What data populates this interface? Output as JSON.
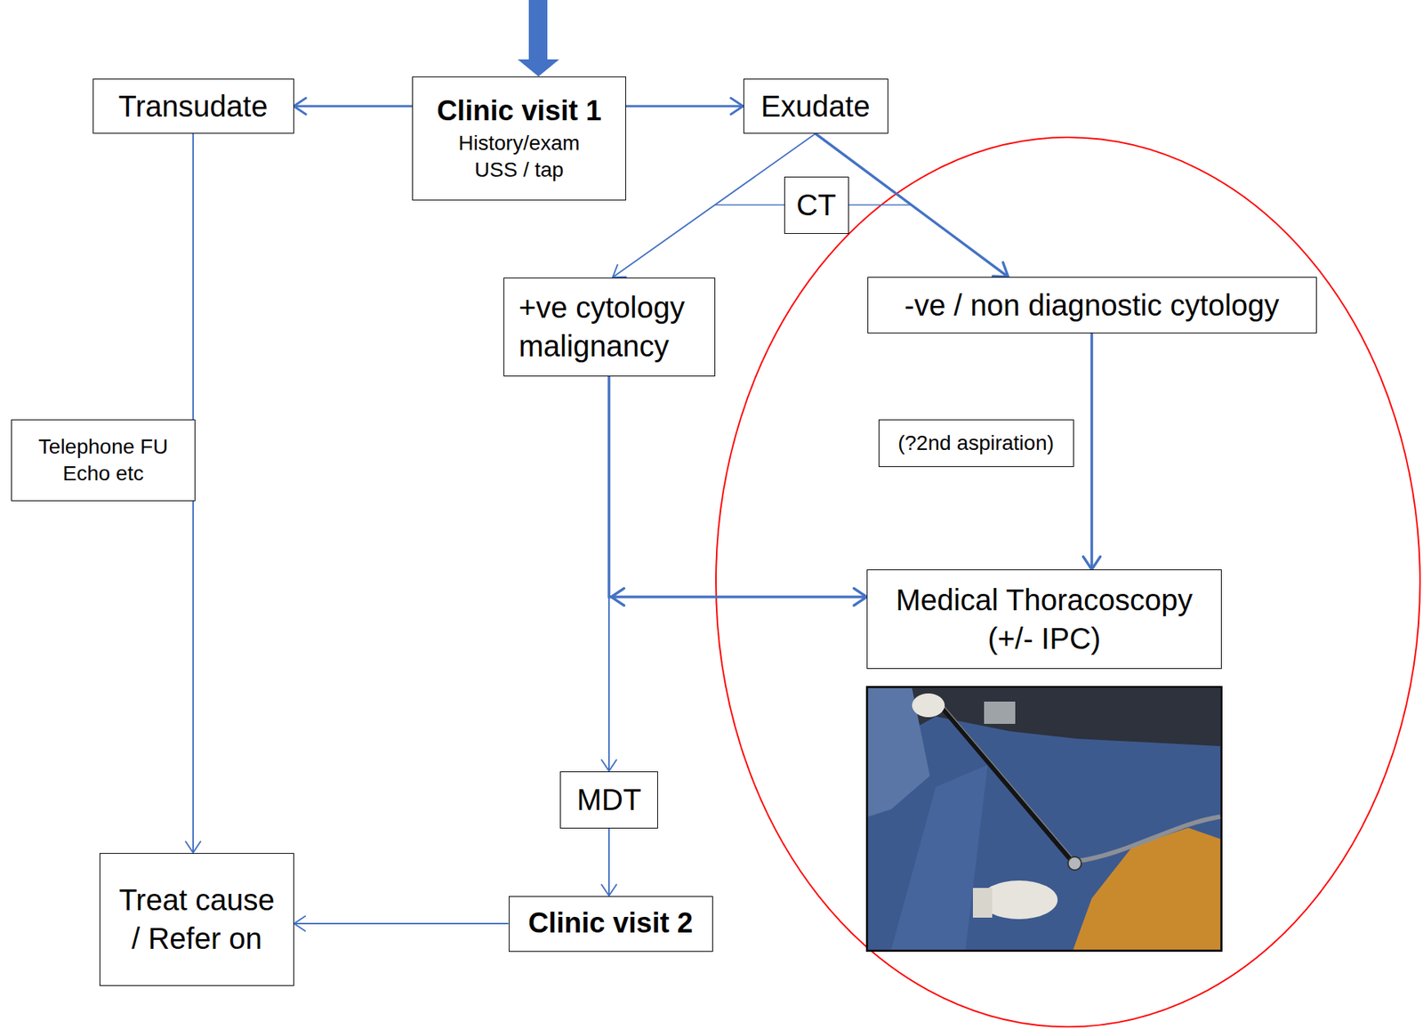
{
  "diagram": {
    "nodes": [
      {
        "text": [
          "Clinic visit 1",
          "History/exam USS / tap"
        ]
      },
      {
        "text": [
          "Transudate"
        ]
      },
      {
        "text": [
          "Exudate"
        ]
      },
      {
        "text": [
          "CT"
        ]
      },
      {
        "text": [
          "+ve cytology malignancy"
        ]
      },
      {
        "text": [
          "-ve / non diagnostic cytology"
        ]
      },
      {
        "text": [
          "Telephone FU Echo etc"
        ]
      },
      {
        "text": [
          "(?2nd aspiration)"
        ]
      },
      {
        "text": [
          "Medical Thoracoscopy (+/- IPC)"
        ]
      },
      {
        "text": [
          "MDT"
        ]
      },
      {
        "text": [
          "Treat cause / Refer on"
        ]
      },
      {
        "text": [
          "Clinic visit 2"
        ]
      }
    ],
    "edges": [
      {
        "from": 0,
        "to": 1,
        "arrow": "to"
      },
      {
        "from": 0,
        "to": 2,
        "arrow": "to"
      },
      {
        "from": 2,
        "to": 4,
        "arrow": "to"
      },
      {
        "from": 2,
        "to": 5,
        "arrow": "to"
      },
      {
        "from": 1,
        "to": 10,
        "arrow": "to"
      },
      {
        "from": 5,
        "to": 8,
        "arrow": "to"
      },
      {
        "from": 4,
        "to": 9,
        "arrow": "to"
      },
      {
        "from": 4,
        "to": 8,
        "arrow": "both"
      },
      {
        "from": 9,
        "to": 11,
        "arrow": "to"
      },
      {
        "from": 11,
        "to": 10,
        "arrow": "to"
      }
    ]
  }
}
